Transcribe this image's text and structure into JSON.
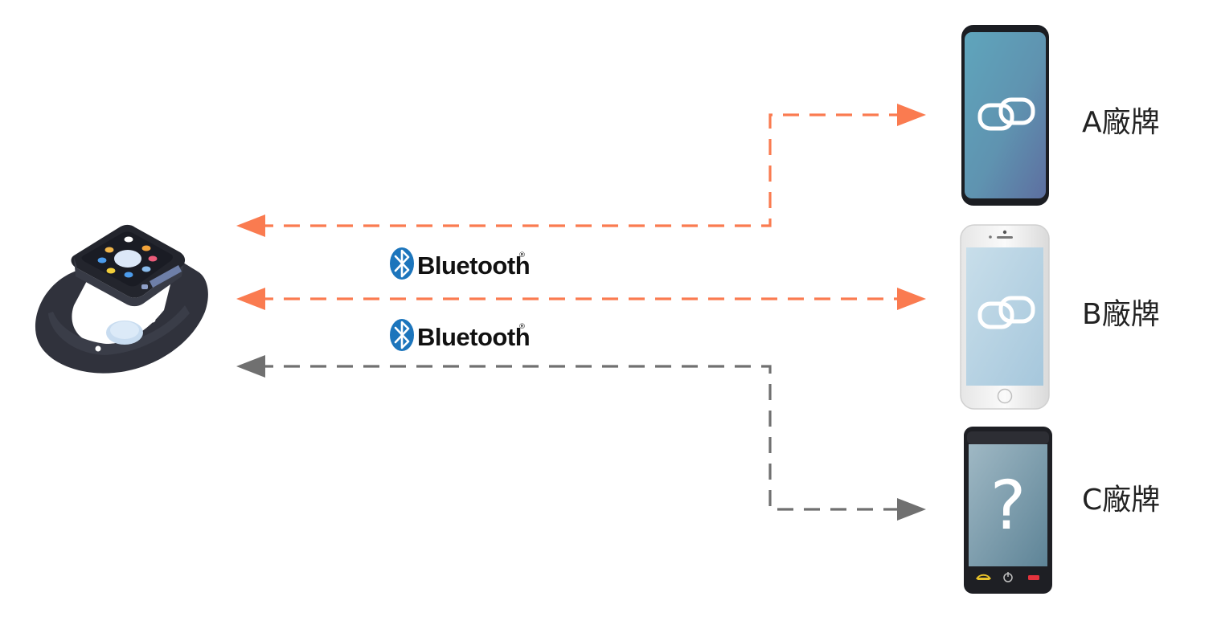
{
  "bluetooth": {
    "label_1": "Bluetooth",
    "label_2": "Bluetooth",
    "registered": "®"
  },
  "phones": {
    "a": {
      "label": "A廠牌",
      "status_icon": "link-icon"
    },
    "b": {
      "label": "B廠牌",
      "status_icon": "link-icon"
    },
    "c": {
      "label": "C廠牌",
      "status_icon": "question-icon",
      "symbol": "?"
    }
  },
  "colors": {
    "connected": "#FA7B50",
    "unknown": "#707070",
    "bluetooth_blue": "#1C75BC",
    "text": "#222222"
  },
  "icons": {
    "watch": "smartwatch-icon",
    "bluetooth": "bluetooth-icon",
    "link": "link-icon"
  }
}
